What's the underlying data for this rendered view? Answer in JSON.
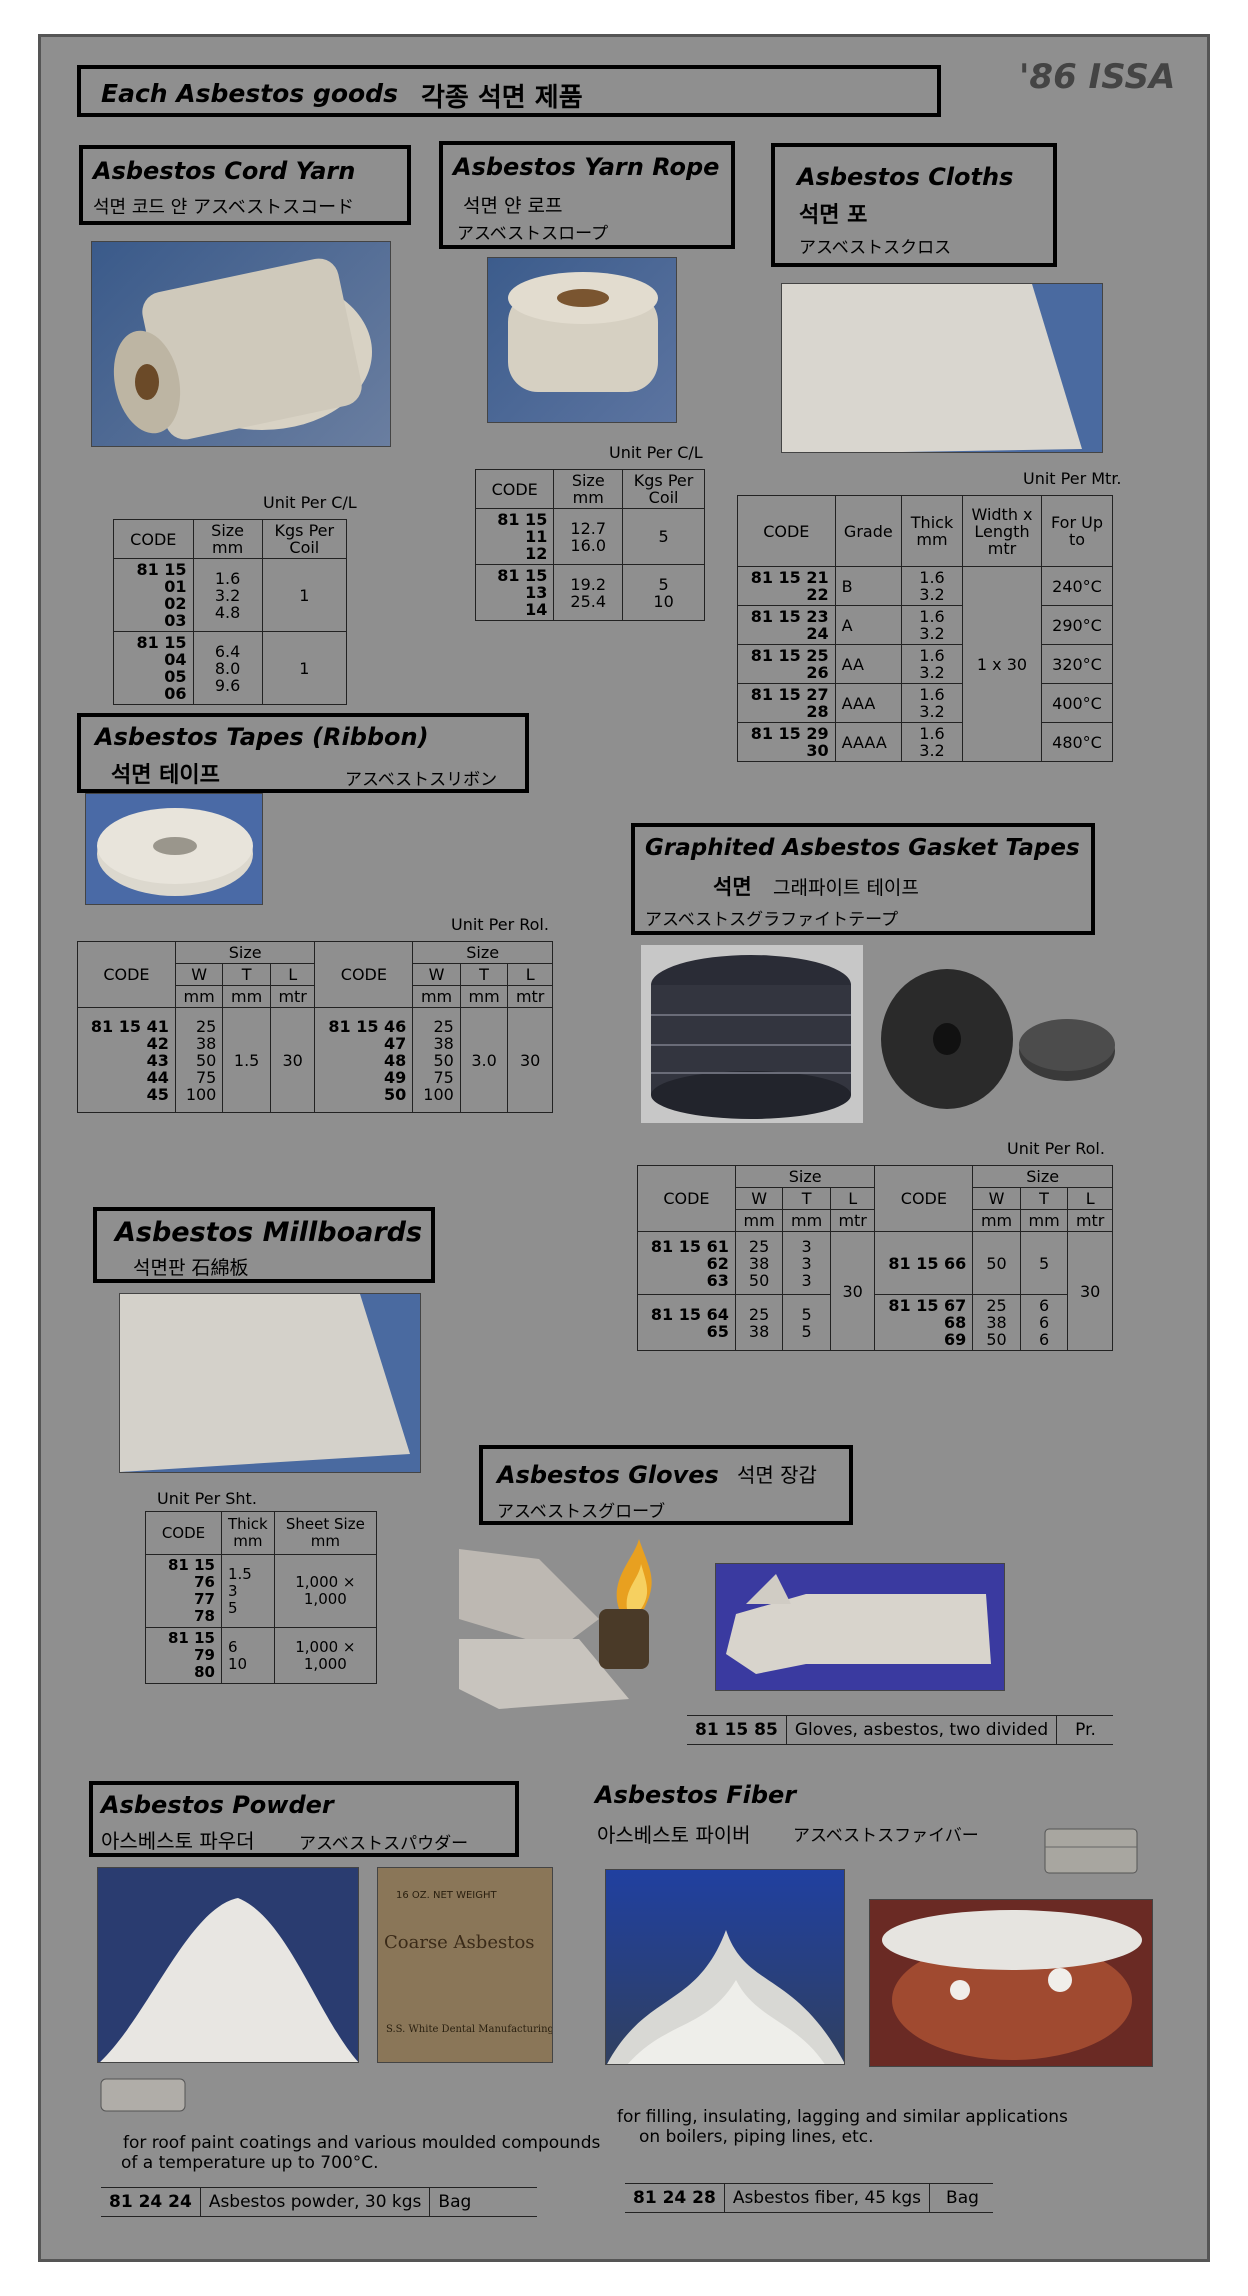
{
  "header": {
    "title": "Each Asbestos goods",
    "title_kr": "각종 석면 제품",
    "year_brand": "'86 ISSA"
  },
  "cord_yarn": {
    "title": "Asbestos Cord Yarn",
    "sub": "석면 코드 얀 アスベストスコード",
    "unit": "Unit Per C/L",
    "headers": [
      "CODE",
      "Size mm",
      "Kgs Per Coil"
    ],
    "groups": [
      {
        "codes": [
          "81 15 01",
          "02",
          "03"
        ],
        "sizes": [
          "1.6",
          "3.2",
          "4.8"
        ],
        "kgs": "1"
      },
      {
        "codes": [
          "81 15 04",
          "05",
          "06"
        ],
        "sizes": [
          "6.4",
          "8.0",
          "9.6"
        ],
        "kgs": "1"
      }
    ]
  },
  "yarn_rope": {
    "title": "Asbestos Yarn Rope",
    "sub1": "석면 얀 로프",
    "sub2": "アスベストスロープ",
    "unit": "Unit Per C/L",
    "headers": [
      "CODE",
      "Size mm",
      "Kgs Per Coil"
    ],
    "groups": [
      {
        "codes": [
          "81 15 11",
          "12"
        ],
        "sizes": [
          "12.7",
          "16.0"
        ],
        "kgs": [
          "5"
        ]
      },
      {
        "codes": [
          "81 15 13",
          "14"
        ],
        "sizes": [
          "19.2",
          "25.4"
        ],
        "kgs": [
          "5",
          "10"
        ]
      }
    ]
  },
  "cloths": {
    "title": "Asbestos Cloths",
    "sub1": "석면 포",
    "sub2": "アスベストスクロス",
    "unit": "Unit Per Mtr.",
    "headers": [
      "CODE",
      "Grade",
      "Thick mm",
      "Width x Length mtr",
      "For Up to"
    ],
    "dims": "1 x 30",
    "rows": [
      {
        "codes": [
          "81 15 21",
          "22"
        ],
        "grade": "B",
        "thick": [
          "1.6",
          "3.2"
        ],
        "temp": "240°C"
      },
      {
        "codes": [
          "81 15 23",
          "24"
        ],
        "grade": "A",
        "thick": [
          "1.6",
          "3.2"
        ],
        "temp": "290°C"
      },
      {
        "codes": [
          "81 15 25",
          "26"
        ],
        "grade": "AA",
        "thick": [
          "1.6",
          "3.2"
        ],
        "temp": "320°C"
      },
      {
        "codes": [
          "81 15 27",
          "28"
        ],
        "grade": "AAA",
        "thick": [
          "1.6",
          "3.2"
        ],
        "temp": "400°C"
      },
      {
        "codes": [
          "81 15 29",
          "30"
        ],
        "grade": "AAAA",
        "thick": [
          "1.6",
          "3.2"
        ],
        "temp": "480°C"
      }
    ]
  },
  "tapes": {
    "title": "Asbestos Tapes (Ribbon)",
    "sub_kr": "석면 테이프",
    "sub_jp": "アスベストスリボン",
    "unit": "Unit Per Rol.",
    "h_code": "CODE",
    "h_size": "Size",
    "h_w": "W",
    "h_t": "T",
    "h_l": "L",
    "h_mm": "mm",
    "h_mtr": "mtr",
    "left": {
      "codes": [
        "81 15 41",
        "42",
        "43",
        "44",
        "45"
      ],
      "w": [
        "25",
        "38",
        "50",
        "75",
        "100"
      ],
      "t": "1.5",
      "l": "30"
    },
    "right": {
      "codes": [
        "81 15 46",
        "47",
        "48",
        "49",
        "50"
      ],
      "w": [
        "25",
        "38",
        "50",
        "75",
        "100"
      ],
      "t": "3.0",
      "l": "30"
    }
  },
  "gasket": {
    "title": "Graphited Asbestos Gasket Tapes",
    "sub_kr_bold": "석면",
    "sub_kr": "그래파이트 테이프",
    "sub_jp": "アスベストスグラファイトテープ",
    "unit": "Unit Per Rol.",
    "h_code": "CODE",
    "h_size": "Size",
    "h_w": "W",
    "h_t": "T",
    "h_l": "L",
    "h_mm": "mm",
    "h_mtr": "mtr",
    "left_l": "30",
    "left_groups": [
      {
        "codes": [
          "81 15 61",
          "62",
          "63"
        ],
        "w": [
          "25",
          "38",
          "50"
        ],
        "t": [
          "3",
          "3",
          "3"
        ]
      },
      {
        "codes": [
          "81 15 64",
          "65"
        ],
        "w": [
          "25",
          "38"
        ],
        "t": [
          "5",
          "5"
        ]
      }
    ],
    "right_l": "30",
    "right_groups": [
      {
        "codes": [
          "81 15 66"
        ],
        "w": [
          "50"
        ],
        "t": [
          "5"
        ]
      },
      {
        "codes": [
          "81 15 67",
          "68",
          "69"
        ],
        "w": [
          "25",
          "38",
          "50"
        ],
        "t": [
          "6",
          "6",
          "6"
        ]
      }
    ]
  },
  "millboards": {
    "title": "Asbestos Millboards",
    "sub": "석면판 石綿板",
    "unit": "Unit Per Sht.",
    "headers": [
      "CODE",
      "Thick mm",
      "Sheet Size mm"
    ],
    "groups": [
      {
        "codes": [
          "81 15 76",
          "77",
          "78"
        ],
        "thick": [
          "1.5",
          "3",
          "5"
        ],
        "size": "1,000 × 1,000"
      },
      {
        "codes": [
          "81 15 79",
          "80"
        ],
        "thick": [
          "6",
          "10"
        ],
        "size": "1,000 × 1,000"
      }
    ]
  },
  "gloves": {
    "title": "Asbestos Gloves",
    "title_kr": "석면 장갑",
    "sub_jp": "アスベストスグローブ",
    "row": {
      "code": "81 15 85",
      "desc": "Gloves, asbestos, two divided",
      "unit": "Pr."
    }
  },
  "powder": {
    "title": "Asbestos Powder",
    "sub": "아스베스토 파우더",
    "sub_jp": "アスベストスパウダー",
    "bag_label_top": "16 OZ. NET WEIGHT",
    "bag_label_main": "Coarse Asbestos",
    "bag_label_bottom": "S.S. White Dental Manufacturing",
    "note1": "for roof paint coatings and various moulded compounds",
    "note2": "of a temperature up to 700°C.",
    "row": {
      "code": "81 24 24",
      "desc": "Asbestos powder, 30 kgs",
      "unit": "Bag"
    }
  },
  "fiber": {
    "title": "Asbestos Fiber",
    "sub": "아스베스토 파이버",
    "sub_jp": "アスベストスファイバー",
    "note1": "for filling, insulating,  lagging  and  similar applications",
    "note2": "on  boilers,  piping lines, etc.",
    "row": {
      "code": "81 24 28",
      "desc": "Asbestos fiber, 45 kgs",
      "unit": "Bag"
    }
  }
}
